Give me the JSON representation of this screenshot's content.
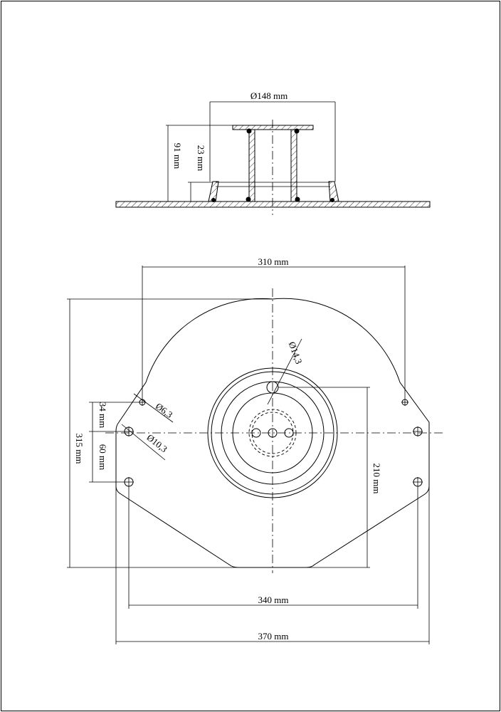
{
  "drawing": {
    "dimensions": {
      "top_diameter": "Ø148 mm",
      "height_total": "91 mm",
      "height_lower": "23 mm",
      "width_310": "310 mm",
      "hole_center": "Ø14,3",
      "hole_small": "Ø6,3",
      "hole_mid": "Ø10,3",
      "height_315": "315 mm",
      "offset_34": "34 mm",
      "offset_60": "60 mm",
      "height_210": "210 mm",
      "width_340": "340 mm",
      "width_370": "370 mm"
    }
  }
}
